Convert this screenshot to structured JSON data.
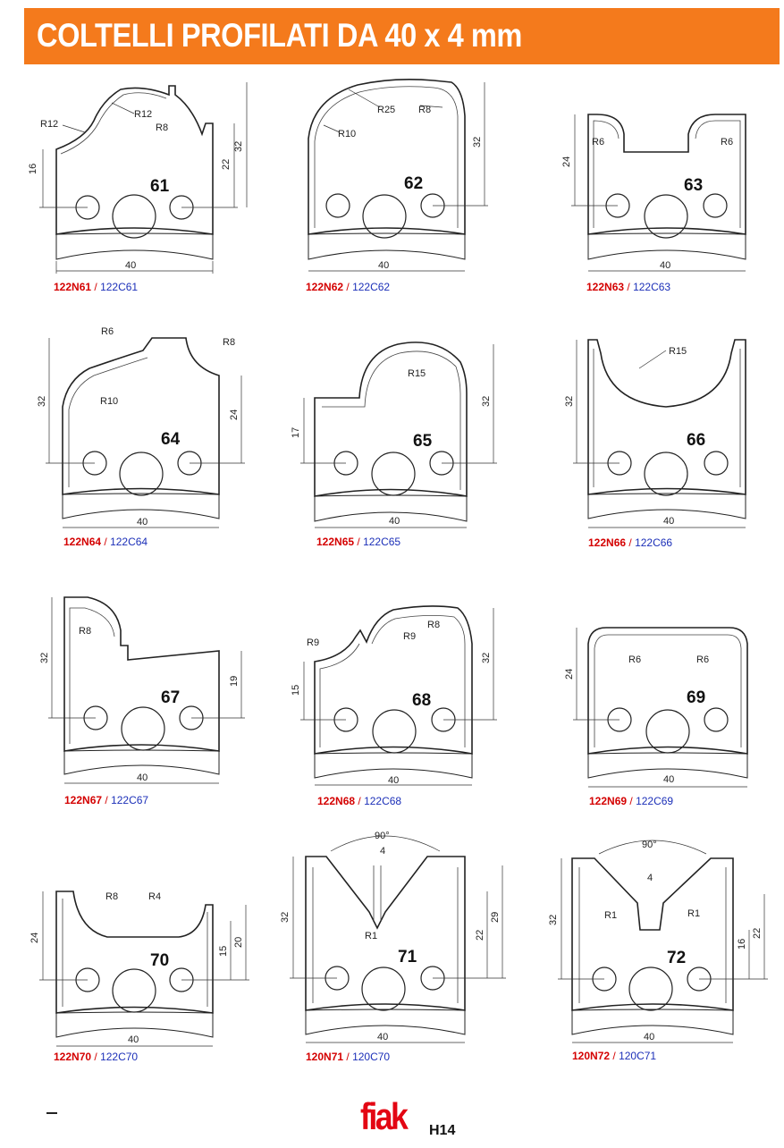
{
  "header": {
    "title": "COLTELLI PROFILATI DA 40 x 4 mm"
  },
  "footer": {
    "logo": "fiak",
    "page_code": "H14",
    "mark": "–"
  },
  "knives": [
    {
      "number": "61",
      "code_n": "122N61",
      "code_c": "122C61",
      "width": "40",
      "dims": [
        "16",
        "22",
        "32"
      ],
      "radii": [
        "R12",
        "R12",
        "R8"
      ]
    },
    {
      "number": "62",
      "code_n": "122N62",
      "code_c": "122C62",
      "width": "40",
      "dims": [
        "32"
      ],
      "radii": [
        "R25",
        "R8",
        "R10"
      ]
    },
    {
      "number": "63",
      "code_n": "122N63",
      "code_c": "122C63",
      "width": "40",
      "dims": [
        "24"
      ],
      "radii": [
        "R6",
        "R6"
      ]
    },
    {
      "number": "64",
      "code_n": "122N64",
      "code_c": "122C64",
      "width": "40",
      "dims": [
        "32",
        "24"
      ],
      "radii": [
        "R6",
        "R8",
        "R10"
      ]
    },
    {
      "number": "65",
      "code_n": "122N65",
      "code_c": "122C65",
      "width": "40",
      "dims": [
        "17",
        "32"
      ],
      "radii": [
        "R15"
      ]
    },
    {
      "number": "66",
      "code_n": "122N66",
      "code_c": "122C66",
      "width": "40",
      "dims": [
        "32"
      ],
      "radii": [
        "R15"
      ]
    },
    {
      "number": "67",
      "code_n": "122N67",
      "code_c": "122C67",
      "width": "40",
      "dims": [
        "32",
        "19"
      ],
      "radii": [
        "R8"
      ]
    },
    {
      "number": "68",
      "code_n": "122N68",
      "code_c": "122C68",
      "width": "40",
      "dims": [
        "15",
        "32"
      ],
      "radii": [
        "R8",
        "R9",
        "R9"
      ]
    },
    {
      "number": "69",
      "code_n": "122N69",
      "code_c": "122C69",
      "width": "40",
      "dims": [
        "24"
      ],
      "radii": [
        "R6",
        "R6"
      ]
    },
    {
      "number": "70",
      "code_n": "122N70",
      "code_c": "122C70",
      "width": "40",
      "dims": [
        "24",
        "15",
        "20"
      ],
      "radii": [
        "R8",
        "R4"
      ]
    },
    {
      "number": "71",
      "code_n": "120N71",
      "code_c": "120C70",
      "width": "40",
      "dims": [
        "32",
        "22",
        "29"
      ],
      "radii": [
        "R1"
      ],
      "angle": "90°",
      "slot": "4"
    },
    {
      "number": "72",
      "code_n": "120N72",
      "code_c": "120C71",
      "width": "40",
      "dims": [
        "32",
        "16",
        "22"
      ],
      "radii": [
        "R1",
        "R1"
      ],
      "angle": "90°",
      "slot": "4"
    }
  ]
}
